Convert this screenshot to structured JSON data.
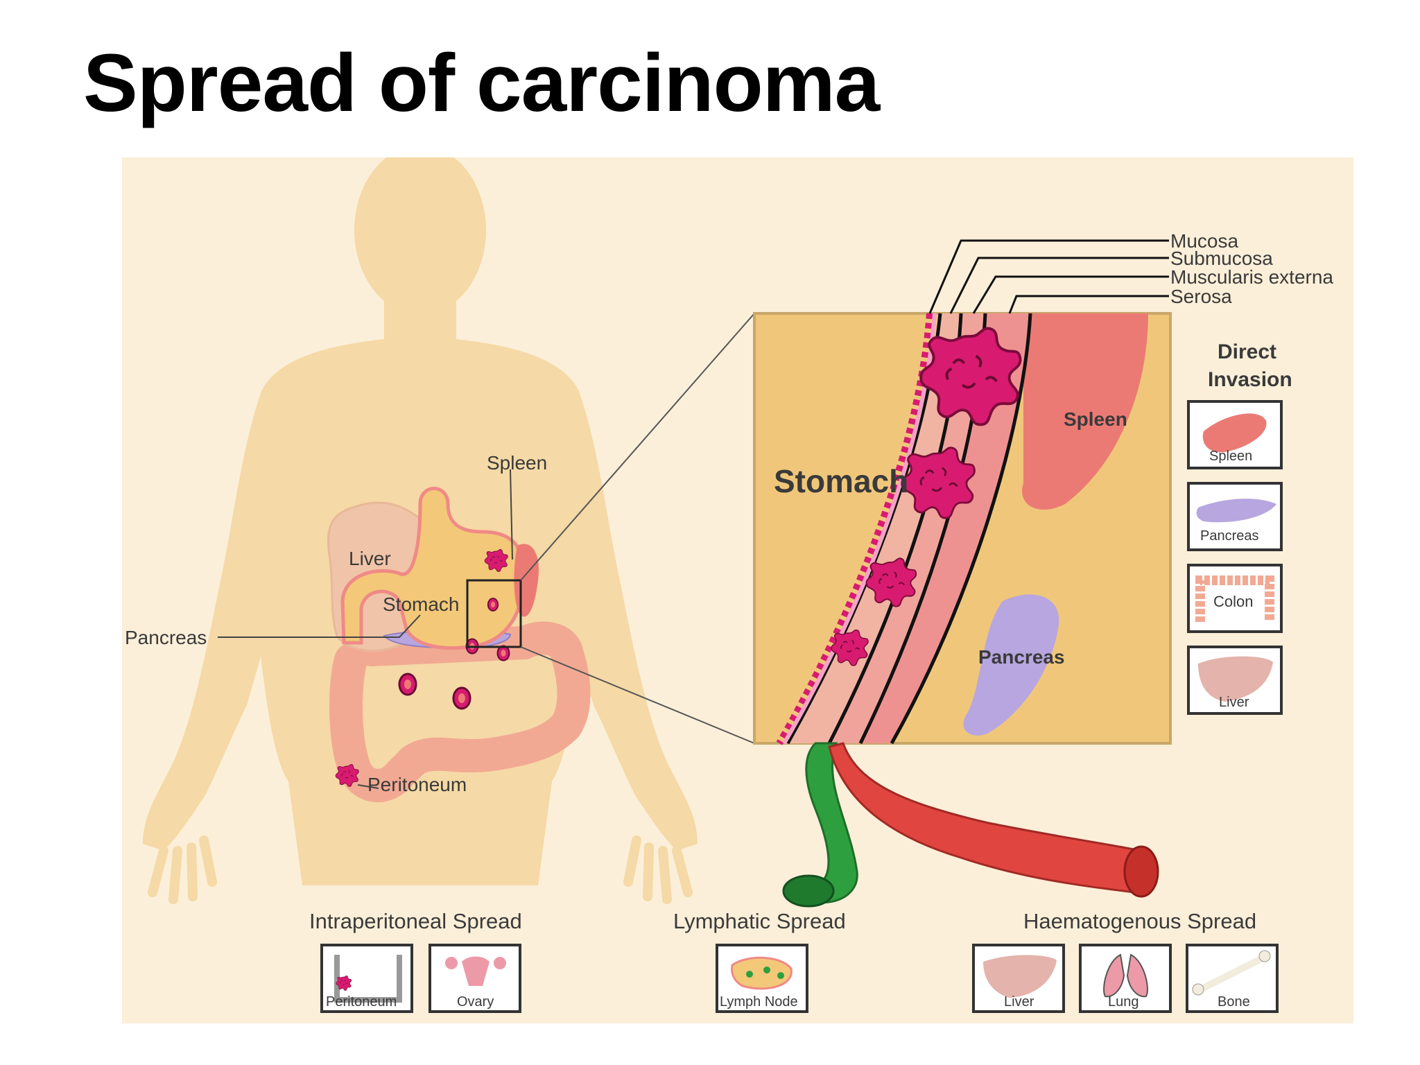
{
  "title": "Spread of carcinoma",
  "body_labels": {
    "spleen": "Spleen",
    "liver": "Liver",
    "stomach": "Stomach",
    "pancreas": "Pancreas",
    "peritoneum": "Peritoneum"
  },
  "inset": {
    "stomach": "Stomach",
    "spleen": "Spleen",
    "pancreas": "Pancreas",
    "layers": [
      "Mucosa",
      "Submucosa",
      "Muscularis externa",
      "Serosa"
    ]
  },
  "direct_invasion": {
    "heading_line1": "Direct",
    "heading_line2": "Invasion",
    "boxes": [
      "Spleen",
      "Pancreas",
      "Colon",
      "Liver"
    ]
  },
  "intraperitoneal": {
    "heading": "Intraperitoneal Spread",
    "boxes": [
      "Peritoneum",
      "Ovary"
    ]
  },
  "lymphatic": {
    "heading": "Lymphatic Spread",
    "boxes": [
      "Lymph Node"
    ]
  },
  "haematogenous": {
    "heading": "Haematogenous Spread",
    "boxes": [
      "Liver",
      "Lung",
      "Bone"
    ]
  },
  "colors": {
    "panel_bg": "#fbefd9",
    "skin": "#f5d9a6",
    "tumor": "#d81b70",
    "stomach": "#f3c878",
    "spleen": "#ec7a74",
    "pancreas": "#b7a6e0",
    "lymph_vessel": "#2e9f3e",
    "blood_vessel": "#e0453f"
  }
}
